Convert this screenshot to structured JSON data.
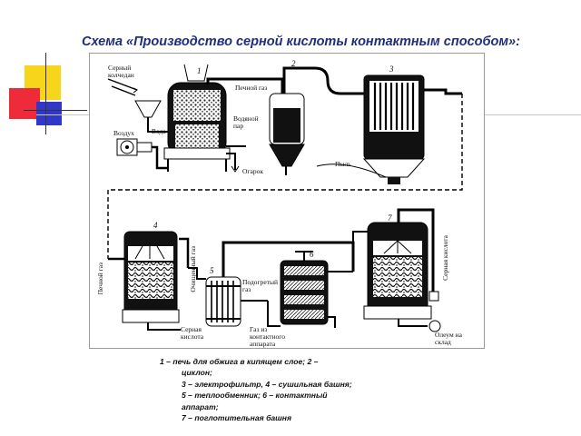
{
  "title": "Схема «Производство серной кислоты контактным способом»:",
  "colors": {
    "title": "#1f2f7a",
    "deco_yellow": "#f7d51a",
    "deco_red": "#ee2b3a",
    "deco_blue": "#3137c8"
  },
  "labels": {
    "pyrite": "Серный колчедан",
    "water": "Вода",
    "air": "Воздух",
    "kiln_gas": "Печной газ",
    "steam": "Водяной пар",
    "cinder": "Огарок",
    "dust": "Пыль",
    "kiln_gas_in": "Печной газ",
    "purified_gas": "Очищенный газ",
    "heated_gas": "Подогретый газ",
    "gas_from_contact": "Газ из контактного аппарата",
    "sulfuric_acid": "Серная кислота",
    "sulfuric_acid_right": "Серная кислота",
    "oleum": "Олеум на склад"
  },
  "numbers": [
    "1",
    "2",
    "3",
    "4",
    "5",
    "6",
    "7"
  ],
  "caption": [
    "1 – печь для обжига в кипящем слое; 2 –",
    "циклон;",
    "3 – электрофильтр,  4 – сушильная башня;",
    "5 – теплообменник; 6 – контактный",
    "аппарат;",
    "7 – поглотительная башня"
  ]
}
